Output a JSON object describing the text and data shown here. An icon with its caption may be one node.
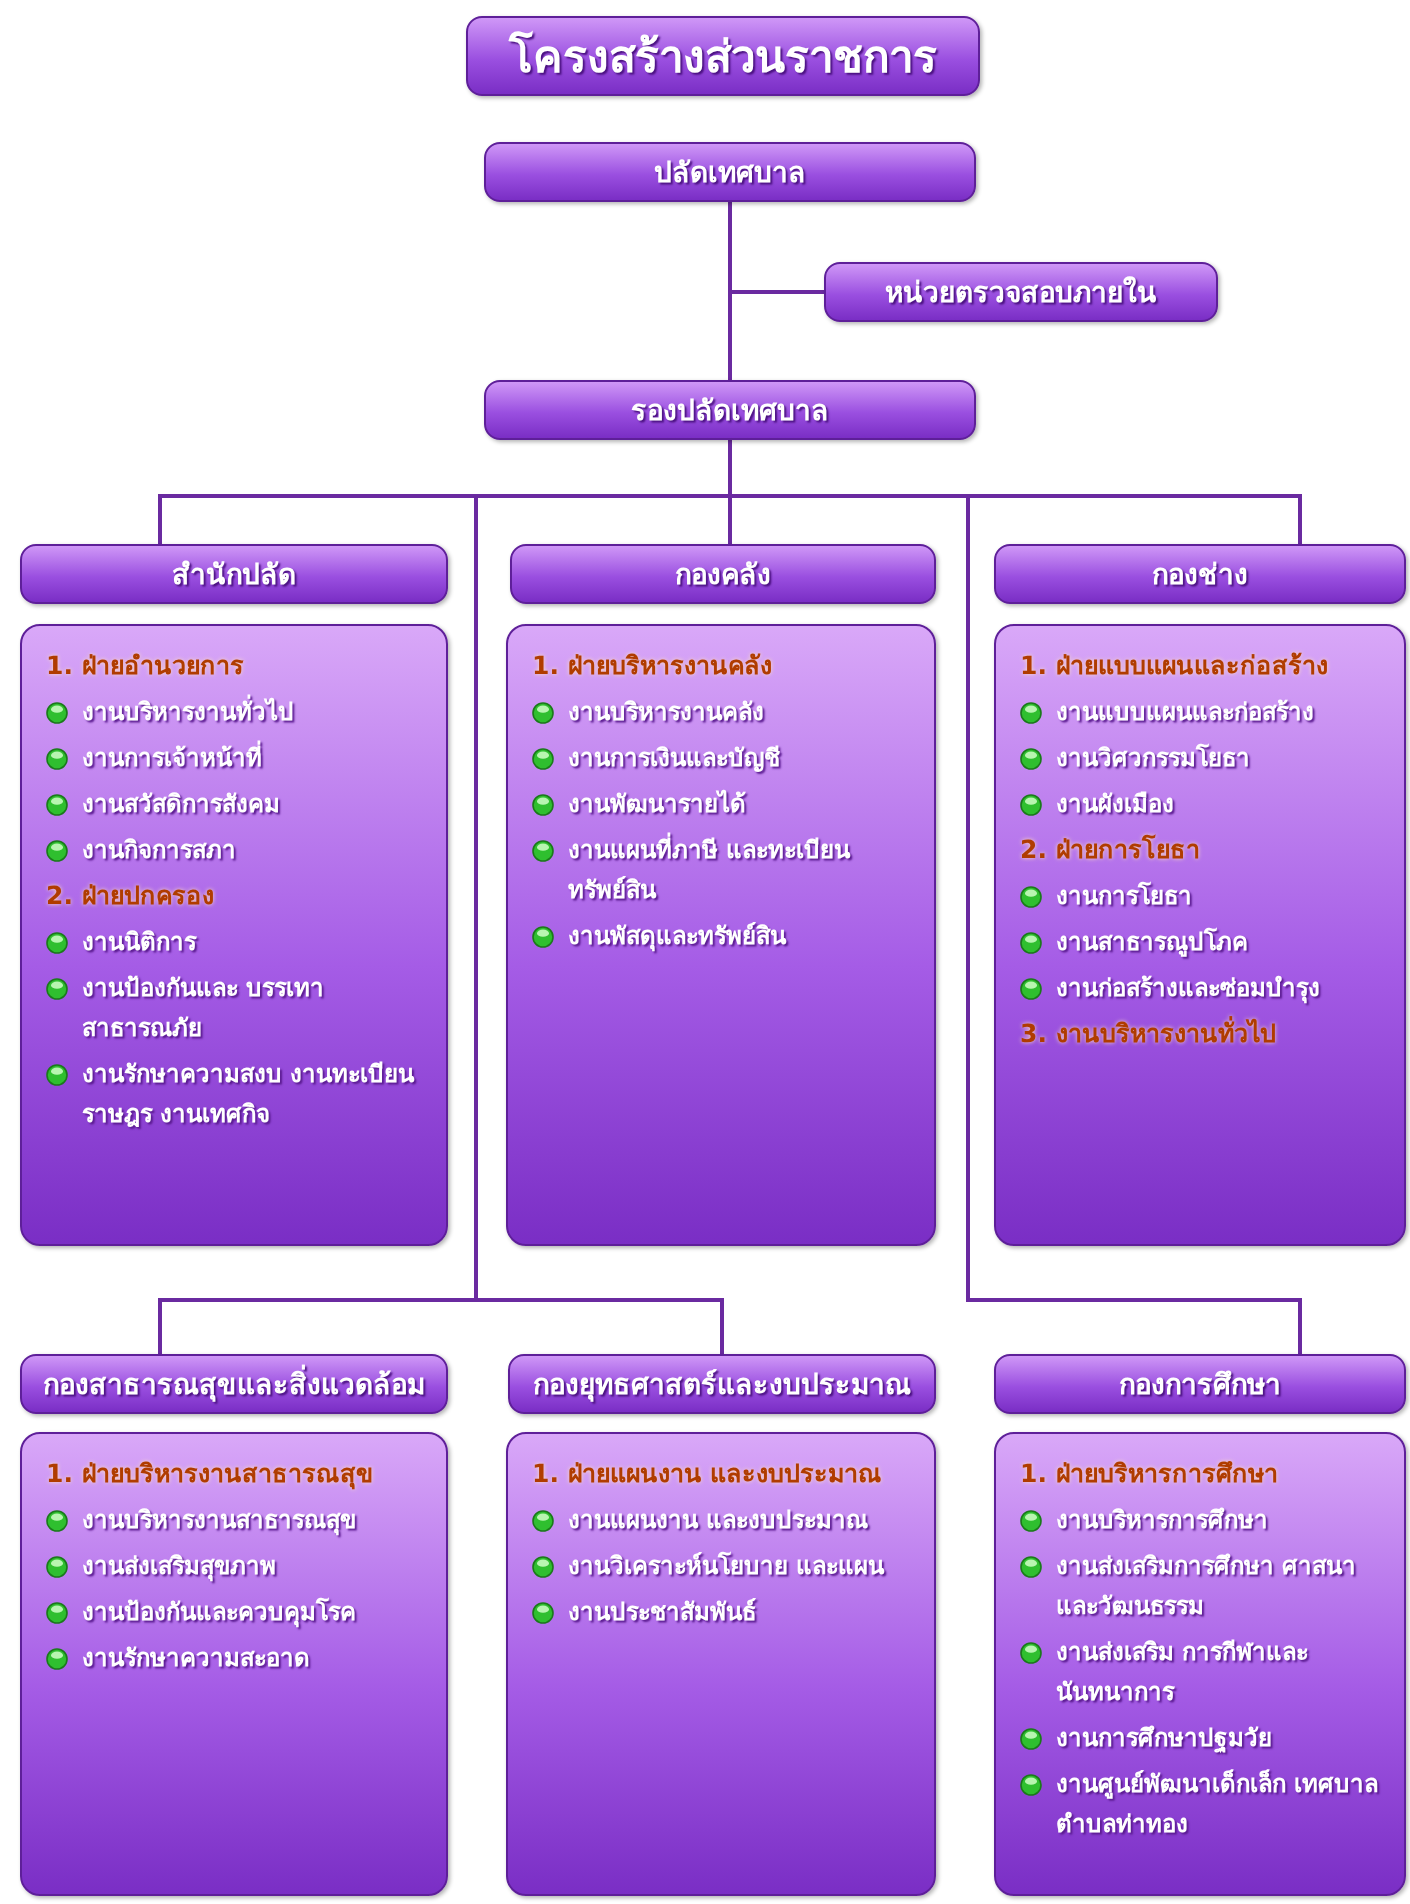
{
  "diagram": {
    "title": "โครงสร้างส่วนราชการ",
    "nodes": [
      {
        "text": [
          "ปลัดเทศบาล"
        ]
      },
      {
        "text": [
          "หน่วยตรวจสอบภายใน"
        ]
      },
      {
        "text": [
          "รองปลัดเทศบาล"
        ]
      },
      {
        "text": [
          "สำนักปลัด"
        ]
      },
      {
        "text": [
          "กองคลัง"
        ]
      },
      {
        "text": [
          "กองช่าง"
        ]
      },
      {
        "text": [
          "1. ฝ่ายอำนวยการ",
          "งานบริหารงานทั่วไป",
          "งานการเจ้าหน้าที่",
          "งานสวัสดิการสังคม",
          "งานกิจการสภา",
          "2. ฝ่ายปกครอง",
          "งานนิติการ",
          "งานป้องกันและ บรรเทาสาธารณภัย",
          "งานรักษาความสงบ งานทะเบียนราษฎร งานเทศกิจ"
        ]
      },
      {
        "text": [
          "1. ฝ่ายบริหารงานคลัง",
          "งานบริหารงานคลัง",
          "งานการเงินและบัญชี",
          "งานพัฒนารายได้",
          "งานแผนที่ภาษี และทะเบียนทรัพย์สิน",
          "งานพัสดุและทรัพย์สิน"
        ]
      },
      {
        "text": [
          "1. ฝ่ายแบบแผนและก่อสร้าง",
          "งานแบบแผนและก่อสร้าง",
          "งานวิศวกรรมโยธา",
          "งานผังเมือง",
          "2. ฝ่ายการโยธา",
          "งานการโยธา",
          "งานสาธารณูปโภค",
          "งานก่อสร้างและซ่อมบำรุง",
          "3. งานบริหารงานทั่วไป"
        ]
      },
      {
        "text": [
          "กองสาธารณสุขและสิ่งแวดล้อม"
        ]
      },
      {
        "text": [
          "กองยุทธศาสตร์และงบประมาณ"
        ]
      },
      {
        "text": [
          "กองการศึกษา"
        ]
      },
      {
        "text": [
          "1. ฝ่ายบริหารงานสาธารณสุข",
          "งานบริหารงานสาธารณสุข",
          "งานส่งเสริมสุขภาพ",
          "งานป้องกันและควบคุมโรค",
          "งานรักษาความสะอาด"
        ]
      },
      {
        "text": [
          "1. ฝ่ายแผนงาน และงบประมาณ",
          "งานแผนงาน และงบประมาณ",
          "งานวิเคราะห์นโยบาย และแผน",
          "งานประชาสัมพันธ์"
        ]
      },
      {
        "text": [
          "1. ฝ่ายบริหารการศึกษา",
          "งานบริหารการศึกษา",
          "งานส่งเสริมการศึกษา ศาสนา และวัฒนธรรม",
          "งานส่งเสริม การกีฬาและนันทนาการ",
          "งานการศึกษาปฐมวัย",
          "งานศูนย์พัฒนาเด็กเล็ก เทศบาลตำบลท่าทอง"
        ]
      }
    ],
    "edges": [
      {
        "from": 0,
        "to": 2,
        "arrow": "none"
      },
      {
        "from": 0,
        "to": 1,
        "arrow": "none"
      },
      {
        "from": 2,
        "to": 3,
        "arrow": "none"
      },
      {
        "from": 2,
        "to": 4,
        "arrow": "none"
      },
      {
        "from": 2,
        "to": 5,
        "arrow": "none"
      },
      {
        "from": 2,
        "to": 9,
        "arrow": "none"
      },
      {
        "from": 2,
        "to": 10,
        "arrow": "none"
      },
      {
        "from": 2,
        "to": 11,
        "arrow": "none"
      }
    ]
  }
}
